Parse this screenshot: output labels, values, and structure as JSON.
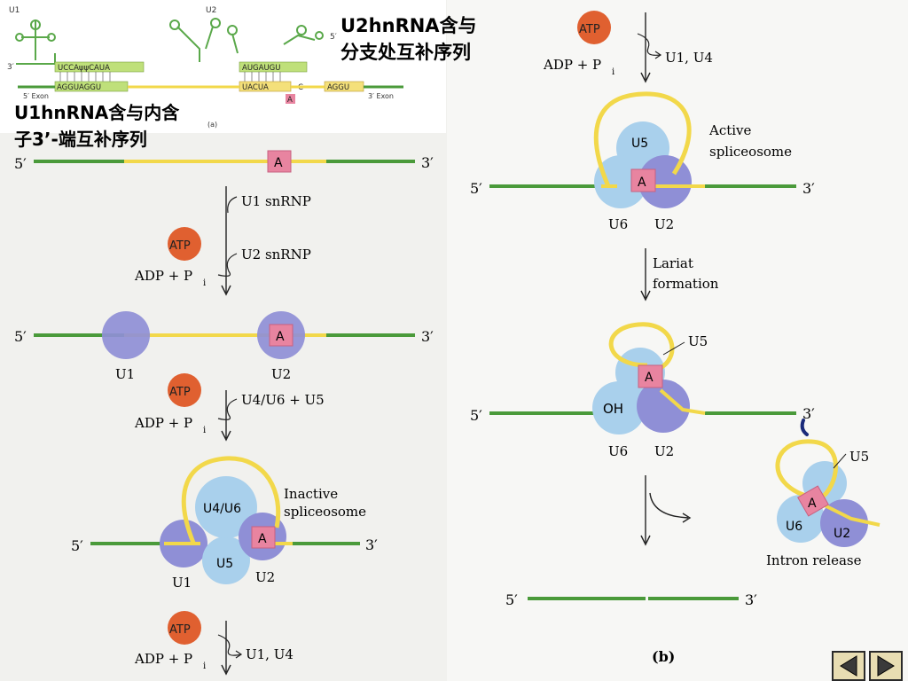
{
  "captions": {
    "u2": "U2hnRNA含与\n分支处互补序列",
    "u1": "U1hnRNA含与内含\n子3’-端互补序列"
  },
  "inset": {
    "u1": "U1",
    "u2": "U2",
    "five_prime": "5′",
    "three_prime": "3′",
    "u1_seq": "UCCAψψCAUA",
    "exon_seq": "AGGUAGGU",
    "u2_seq": "AUGAUGU",
    "branch_seq": "UACUA",
    "branch_c": "C",
    "intron_end_seq": "AGGU",
    "branch_a": "A",
    "exon5": "5′ Exon",
    "exon3": "3′ Exon",
    "panel": "(a)"
  },
  "labels": {
    "five": "5′",
    "three": "3′",
    "A": "A",
    "atp": "ATP",
    "adp": "ADP + P",
    "pi_sub": "i",
    "u1_snrnp": "U1 snRNP",
    "u2_snrnp": "U2 snRNP",
    "u1": "U1",
    "u2": "U2",
    "u4u6_u5": "U4/U6 + U5",
    "u4u6": "U4/U6",
    "u5": "U5",
    "u6": "U6",
    "inactive1": "Inactive",
    "inactive2": "spliceosome",
    "release_u1u4": "U1, U4",
    "active1": "Active",
    "active2": "spliceosome",
    "lariat1": "Lariat",
    "lariat2": "formation",
    "oh": "OH",
    "intron_release": "Intron release",
    "panel_b": "(b)"
  },
  "colors": {
    "exon": "#4a9a3a",
    "intron": "#f2d84a",
    "atp": "#e06030",
    "u_purple": "#8f8fd6",
    "u_light": "#a9d0ec",
    "box_a": "#e884a0"
  },
  "nav": {
    "prev_icon": "triangle-left-icon",
    "next_icon": "triangle-right-icon"
  }
}
